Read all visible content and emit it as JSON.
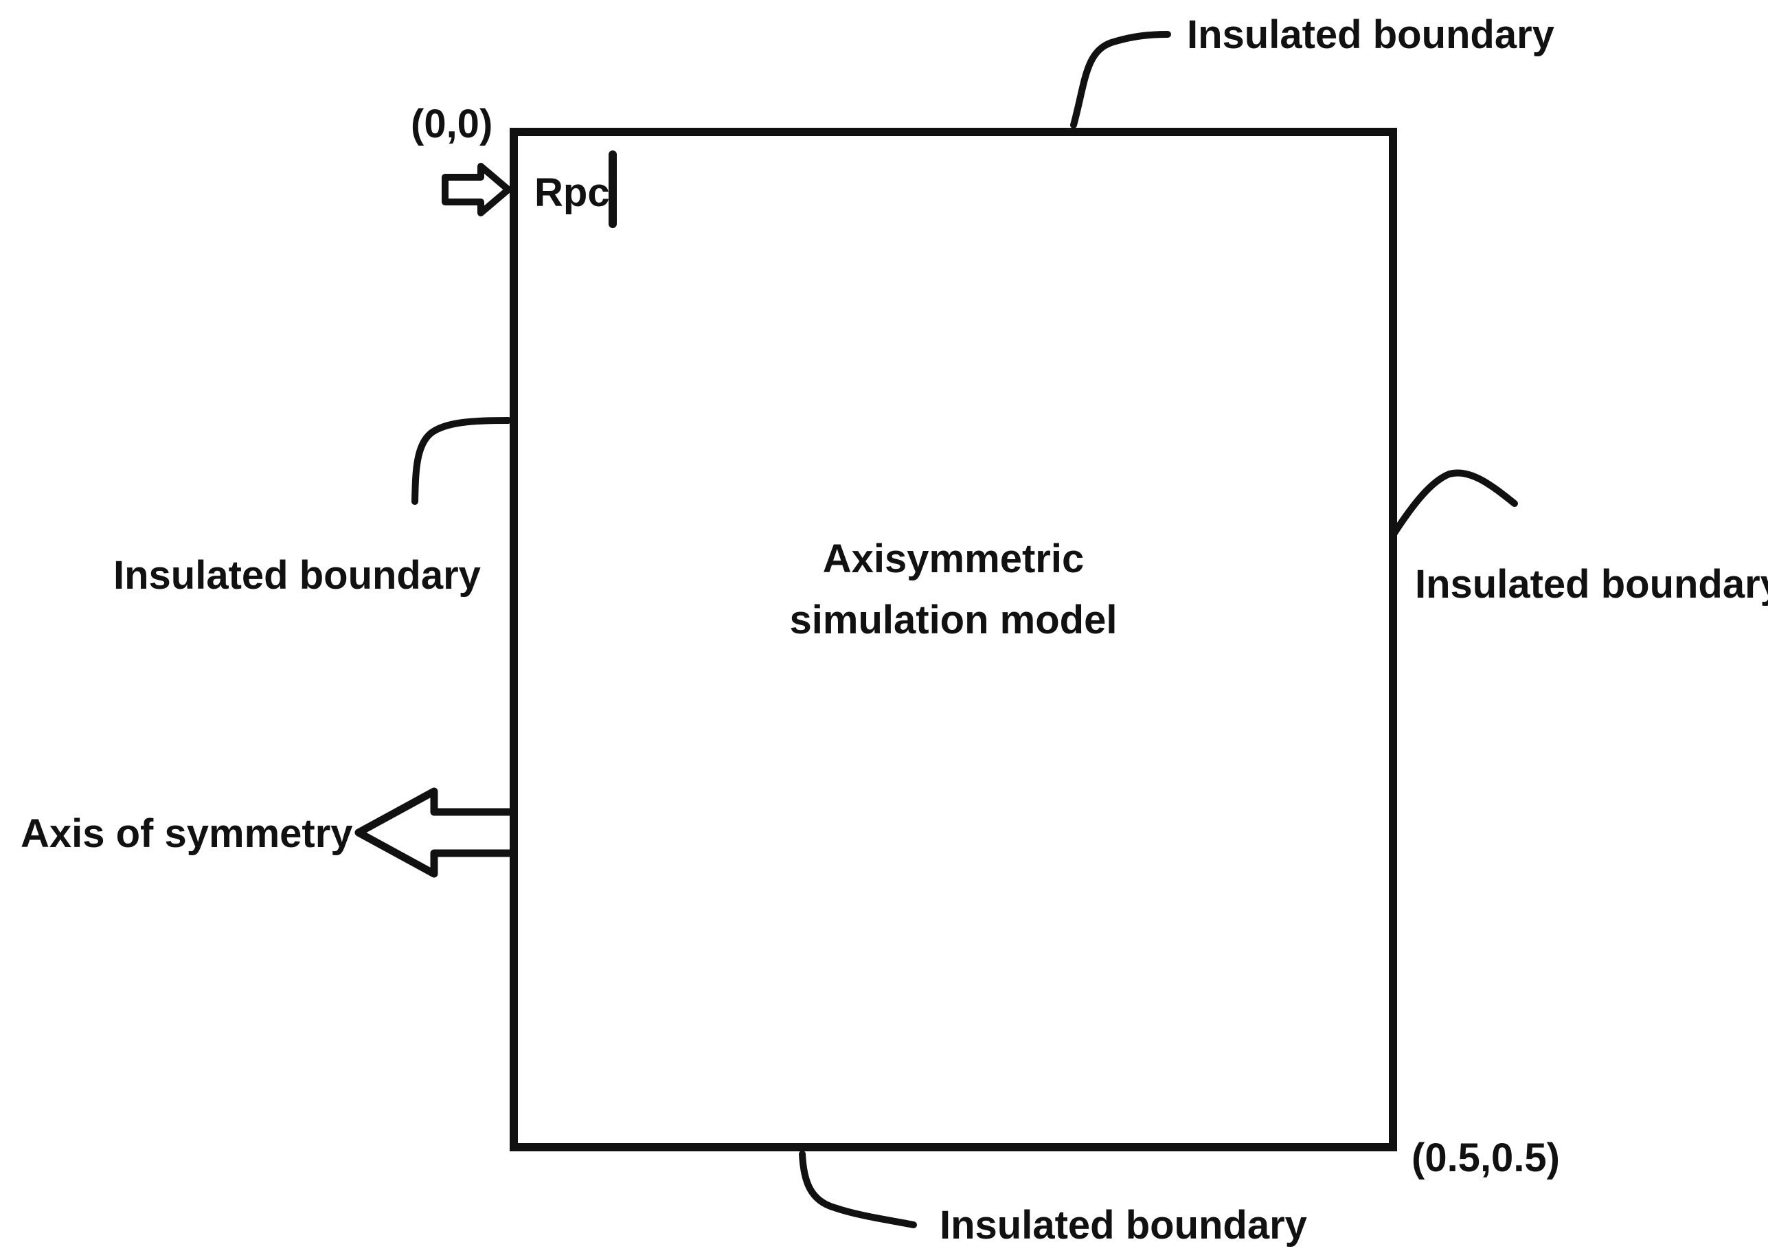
{
  "diagram": {
    "model_label_line1": "Axisymmetric",
    "model_label_line2": "simulation model",
    "corner_top_left": "(0,0)",
    "corner_bottom_right": "(0.5,0.5)",
    "rpc_label": "Rpc",
    "axis_label": "Axis of symmetry",
    "boundaries": {
      "top": "Insulated boundary",
      "left": "Insulated boundary",
      "right": "Insulated boundary",
      "bottom": "Insulated boundary"
    },
    "colors": {
      "stroke": "#111111",
      "background": "#ffffff"
    }
  }
}
